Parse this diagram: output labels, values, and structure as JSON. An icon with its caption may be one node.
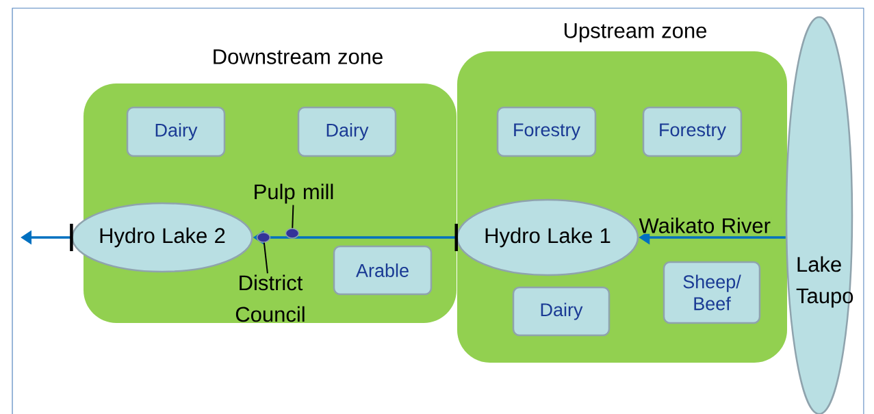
{
  "diagram": {
    "nodes": [
      {
        "text": [
          "Downstream zone"
        ]
      },
      {
        "text": [
          "Dairy"
        ],
        "in": 0
      },
      {
        "text": [
          "Dairy"
        ],
        "in": 0
      },
      {
        "text": [
          "Hydro Lake 2"
        ],
        "in": 0
      },
      {
        "text": [
          "Pulp mill"
        ],
        "in": 0
      },
      {
        "text": [],
        "shape": "circle",
        "in": 0
      },
      {
        "text": [],
        "shape": "circle",
        "in": 0
      },
      {
        "text": [
          "District Council"
        ],
        "in": 0
      },
      {
        "text": [
          "Arable"
        ],
        "in": 0
      },
      {
        "text": [
          "Upstream zone"
        ]
      },
      {
        "text": [
          "Forestry"
        ],
        "in": 9
      },
      {
        "text": [
          "Forestry"
        ],
        "in": 9
      },
      {
        "text": [
          "Hydro Lake 1"
        ],
        "in": 9
      },
      {
        "text": [
          "Dairy"
        ],
        "in": 9
      },
      {
        "text": [
          "Sheep/ Beef"
        ],
        "in": 9
      },
      {
        "text": [
          "Lake Taupo"
        ]
      }
    ],
    "edges": [
      {
        "from": 15,
        "to": 12,
        "arrow": "to",
        "label": "Waikato River"
      },
      {
        "from": 12,
        "to": 3,
        "arrow": "to"
      },
      {
        "from": 3,
        "to": null,
        "arrow": "to"
      },
      {
        "from": 4,
        "to": 6,
        "arrow": "none",
        "color": "#000000"
      },
      {
        "from": 7,
        "to": 5,
        "arrow": "none",
        "color": "#000000"
      }
    ]
  }
}
